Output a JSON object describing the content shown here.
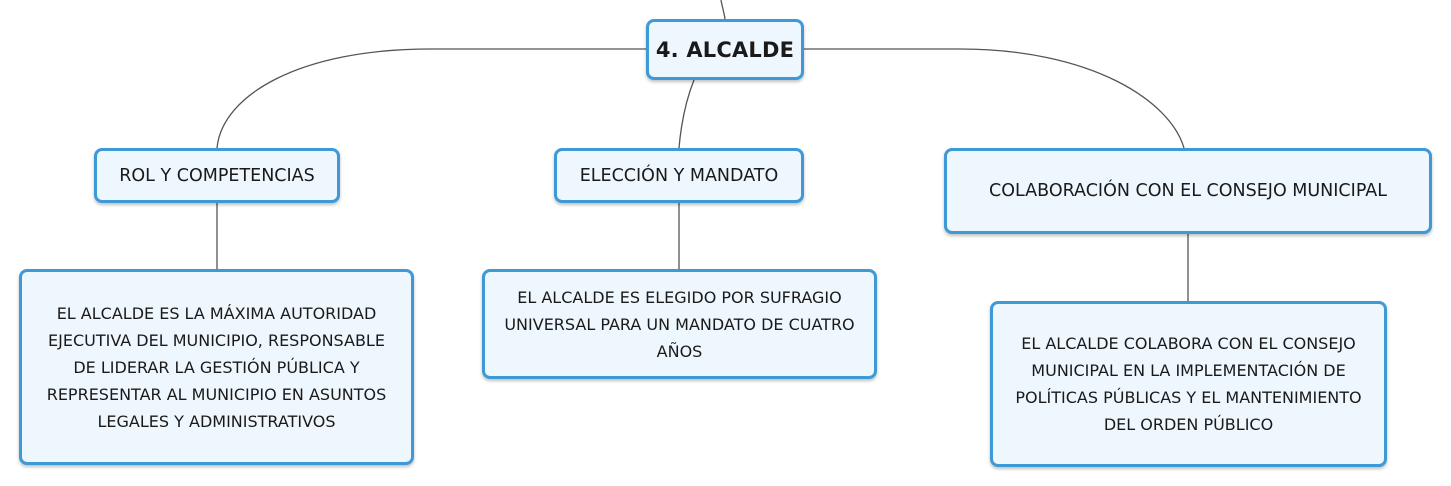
{
  "root": {
    "label": "4. ALCALDE"
  },
  "topics": [
    {
      "label": "ROL Y COMPETENCIAS"
    },
    {
      "label": "ELECCIÓN Y MANDATO"
    },
    {
      "label": "COLABORACIÓN CON EL CONSEJO MUNICIPAL"
    }
  ],
  "details": [
    {
      "text": "EL ALCALDE ES LA MÁXIMA AUTORIDAD EJECUTIVA DEL MUNICIPIO, RESPONSABLE DE LIDERAR LA GESTIÓN PÚBLICA Y REPRESENTAR AL MUNICIPIO EN ASUNTOS LEGALES Y ADMINISTRATIVOS"
    },
    {
      "text": "EL ALCALDE ES ELEGIDO POR SUFRAGIO UNIVERSAL PARA UN MANDATO DE CUATRO AÑOS"
    },
    {
      "text": "EL ALCALDE COLABORA CON EL CONSEJO MUNICIPAL EN LA IMPLEMENTACIÓN DE POLÍTICAS PÚBLICAS Y EL MANTENIMIENTO DEL ORDEN PÚBLICO"
    }
  ],
  "colors": {
    "node_border": "#3d9ad6",
    "node_fill": "#eef7fd",
    "connector": "#555555"
  }
}
